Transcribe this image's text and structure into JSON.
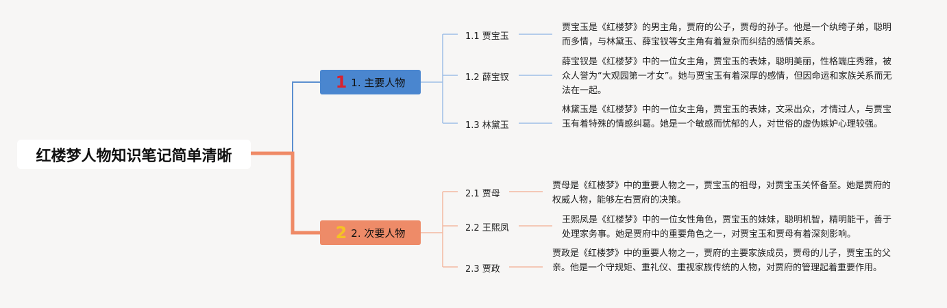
{
  "root": {
    "title": "红楼梦人物知识笔记简单清晰"
  },
  "branches": [
    {
      "num": "1",
      "label": "1. 主要人物",
      "leaves": [
        {
          "label": "1.1 贾宝玉",
          "desc": "贾宝玉是《红楼梦》的男主角，贾府的公子，贾母的孙子。他是一个纨绔子弟，聪明而多情，与林黛玉、薛宝钗等女主角有着复杂而纠结的感情关系。"
        },
        {
          "label": "1.2 薛宝钗",
          "desc": "薛宝钗是《红楼梦》中的一位女主角，贾宝玉的表妹，聪明美丽，性格端庄秀雅，被众人誉为“大观园第一才女”。她与贾宝玉有着深厚的感情，但因命运和家族关系而无法在一起。"
        },
        {
          "label": "1.3 林黛玉",
          "desc": "林黛玉是《红楼梦》中的一位女主角，贾宝玉的表妹，文采出众，才情过人，与贾宝玉有着特殊的情感纠葛。她是一个敏感而忧郁的人，对世俗的虚伪嫉妒心理较强。"
        }
      ]
    },
    {
      "num": "2",
      "label": "2. 次要人物",
      "leaves": [
        {
          "label": "2.1 贾母",
          "desc": "贾母是《红楼梦》中的重要人物之一，贾宝玉的祖母，对贾宝玉关怀备至。她是贾府的权威人物，能够左右贾府的决策。"
        },
        {
          "label": "2.2 王熙凤",
          "desc": "王熙凤是《红楼梦》中的一位女性角色，贾宝玉的妹妹，聪明机智，精明能干，善于处理家务事。她是贾府中的重要角色之一，对贾宝玉和贾母有着深刻影响。"
        },
        {
          "label": "2.3 贾政",
          "desc": "贾政是《红楼梦》中的重要人物之一，贾府的主要家族成员，贾母的儿子，贾宝玉的父亲。他是一个守规矩、重礼仪、重视家族传统的人物，对贾府的管理起着重要作用。"
        }
      ]
    }
  ],
  "colors": {
    "background": "#f7f6f5",
    "branch1": "#4a86cf",
    "branch1_line": "#5b8fcf",
    "branch1_leaf_line": "#9dbde6",
    "branch2": "#ee8b68",
    "branch2_line": "#ef8a66",
    "branch2_leaf_line": "#f4b9a1",
    "num1": "#d8222f",
    "num2": "#f5c224"
  }
}
